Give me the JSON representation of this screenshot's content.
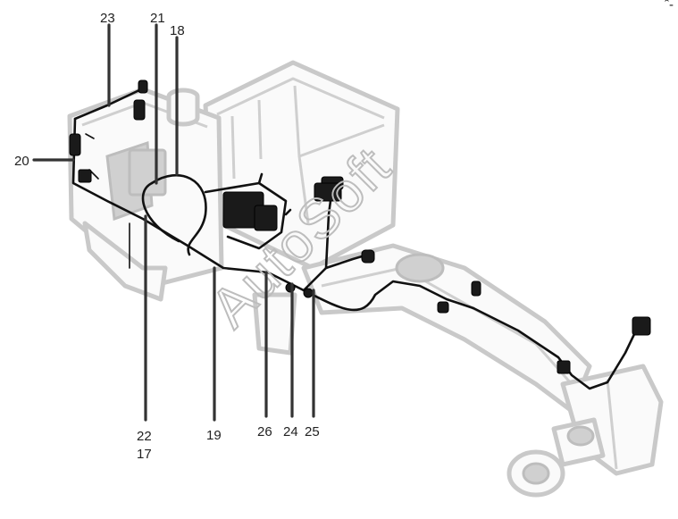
{
  "watermark": "AutoSoft",
  "corner_mark": "ˆ-",
  "callouts": [
    {
      "label": "23"
    },
    {
      "label": "21"
    },
    {
      "label": "18"
    },
    {
      "label": "20"
    },
    {
      "label": "22"
    },
    {
      "label": "17"
    },
    {
      "label": "19"
    },
    {
      "label": "26"
    },
    {
      "label": "24"
    },
    {
      "label": "25"
    }
  ]
}
